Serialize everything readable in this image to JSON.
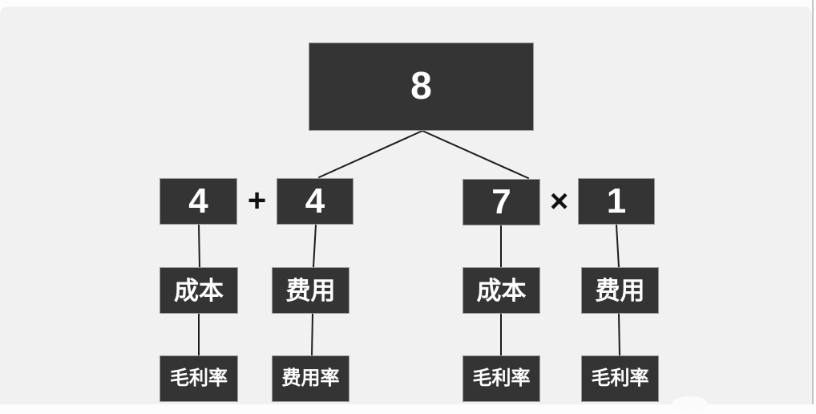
{
  "palette": {
    "canvas_bg": "#f1f1f2",
    "node_fill": "#343434",
    "node_border": "#9a9a9a",
    "node_text": "#ffffff",
    "connector_color": "#1c1c1c",
    "operator_color": "#111111"
  },
  "nodes": {
    "root": "8",
    "row2": [
      "4",
      "4",
      "7",
      "1"
    ],
    "row3": [
      "成本",
      "费用",
      "成本",
      "费用"
    ],
    "row4": [
      "毛利率",
      "费用率",
      "毛利率",
      "毛利率"
    ]
  },
  "operators": {
    "plus": "+",
    "times": "×"
  }
}
